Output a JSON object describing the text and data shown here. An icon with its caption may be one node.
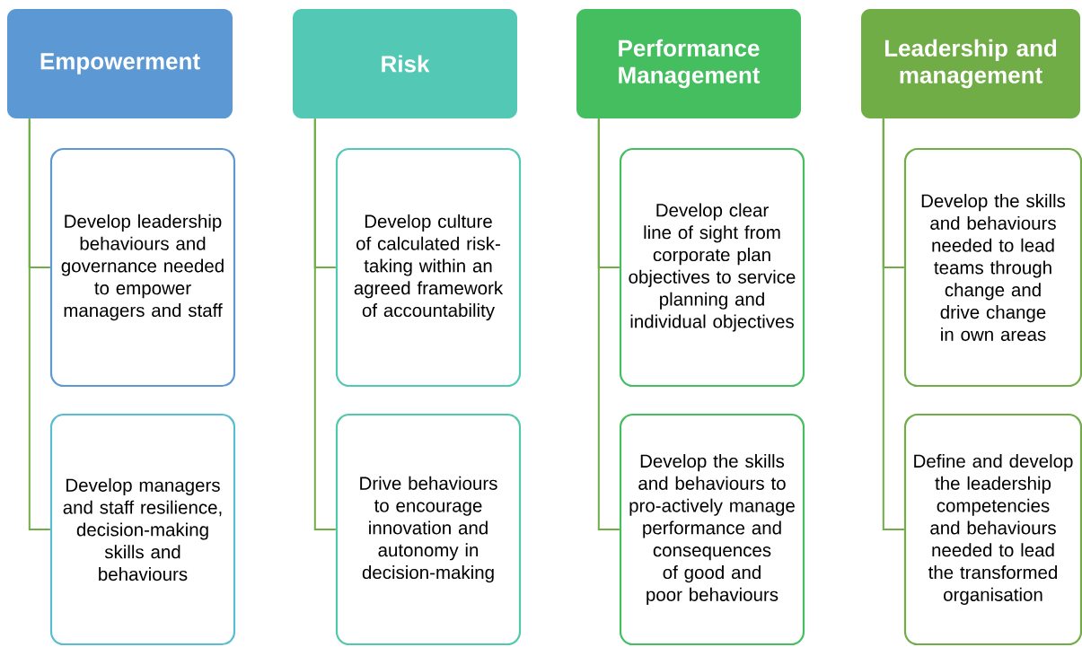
{
  "diagram": {
    "nodes": [
      {
        "text": [
          "Empowerment"
        ]
      },
      {
        "text": [
          "Develop leadership behaviours and governance needed to empower managers and staff"
        ]
      },
      {
        "text": [
          "Develop managers and staff resilience, decision-making skills and behaviours"
        ]
      },
      {
        "text": [
          "Risk"
        ]
      },
      {
        "text": [
          "Develop culture of calculated risk-taking within an agreed framework of accountability"
        ]
      },
      {
        "text": [
          "Drive behaviours to encourage innovation and autonomy in decision-making"
        ]
      },
      {
        "text": [
          "Performance Management"
        ]
      },
      {
        "text": [
          "Develop clear line of sight from corporate plan objectives to service planning and individual objectives"
        ]
      },
      {
        "text": [
          "Develop the skills and behaviours to pro-actively manage performance and consequences of good and poor behaviours"
        ]
      },
      {
        "text": [
          "Leadership and management"
        ]
      },
      {
        "text": [
          "Develop the skills and behaviours needed to lead teams through change and drive change in own areas"
        ]
      },
      {
        "text": [
          "Define and develop the leadership competencies and behaviours needed to lead the transformed organisation"
        ]
      }
    ],
    "edges": [
      {
        "from": 0,
        "to": 1,
        "arrow": "none"
      },
      {
        "from": 0,
        "to": 2,
        "arrow": "none"
      },
      {
        "from": 3,
        "to": 4,
        "arrow": "none"
      },
      {
        "from": 3,
        "to": 5,
        "arrow": "none"
      },
      {
        "from": 6,
        "to": 7,
        "arrow": "none"
      },
      {
        "from": 6,
        "to": 8,
        "arrow": "none"
      },
      {
        "from": 9,
        "to": 10,
        "arrow": "none"
      },
      {
        "from": 9,
        "to": 11,
        "arrow": "none"
      }
    ]
  }
}
